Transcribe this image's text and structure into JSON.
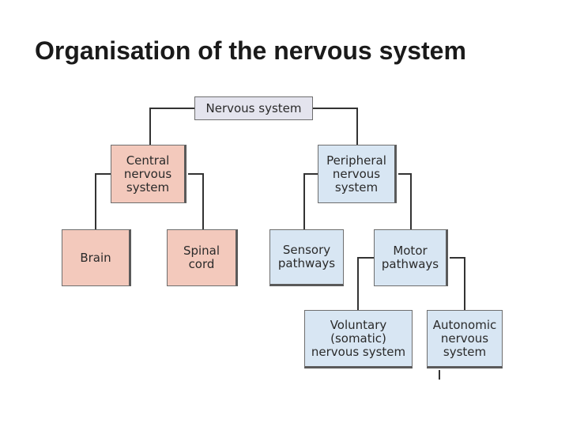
{
  "title": "Organisation of the nervous system",
  "colors": {
    "root_fill": "#e4e4ee",
    "cns_fill": "#f3c9bc",
    "pns_fill": "#d8e6f3",
    "line": "#333333",
    "title_text": "#1a1a1a"
  },
  "diagram": {
    "nodes": {
      "root": "Nervous system",
      "cns": "Central\nnervous\nsystem",
      "pns": "Peripheral\nnervous\nsystem",
      "brain": "Brain",
      "spinal_cord": "Spinal\ncord",
      "sensory": "Sensory\npathways",
      "motor": "Motor\npathways",
      "voluntary": "Voluntary\n(somatic)\nnervous system",
      "autonomic": "Autonomic\nnervous\nsystem"
    },
    "edges": [
      {
        "from": "root",
        "to": "cns"
      },
      {
        "from": "root",
        "to": "pns"
      },
      {
        "from": "cns",
        "to": "brain"
      },
      {
        "from": "cns",
        "to": "spinal_cord"
      },
      {
        "from": "pns",
        "to": "sensory"
      },
      {
        "from": "pns",
        "to": "motor"
      },
      {
        "from": "motor",
        "to": "voluntary"
      },
      {
        "from": "motor",
        "to": "autonomic"
      }
    ]
  }
}
